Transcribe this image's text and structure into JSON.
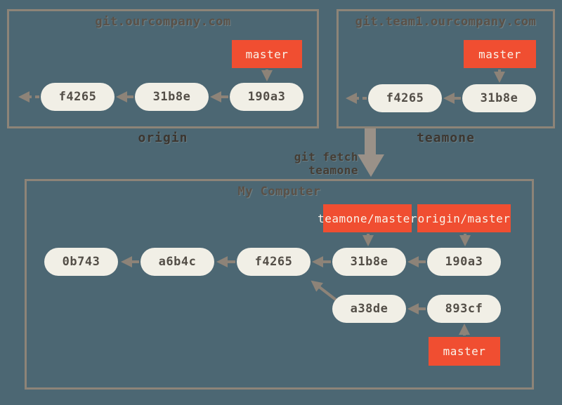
{
  "colors": {
    "background": "#4c6773",
    "box_border": "#8d8478",
    "commit_fill": "#f1efe6",
    "commit_text": "#534e47",
    "branch_fill": "#f04e31",
    "branch_text": "#faf3e9",
    "caption_text": "#3c3630",
    "arrow": "#8d8378",
    "fetch_arrow": "#9a9188"
  },
  "remote_origin": {
    "title": "git.ourcompany.com",
    "caption": "origin",
    "branch_label": "master",
    "commits": [
      "f4265",
      "31b8e",
      "190a3"
    ]
  },
  "remote_teamone": {
    "title": "git.team1.ourcompany.com",
    "caption": "teamone",
    "branch_label": "master",
    "commits": [
      "f4265",
      "31b8e"
    ]
  },
  "fetch_command": "git fetch teamone",
  "local_repo": {
    "title": "My Computer",
    "remote_branch_labels": [
      "teamone/master",
      "origin/master"
    ],
    "branch_label": "master",
    "main_commits": [
      "0b743",
      "a6b4c",
      "f4265",
      "31b8e",
      "190a3"
    ],
    "side_commits": [
      "a38de",
      "893cf"
    ]
  }
}
